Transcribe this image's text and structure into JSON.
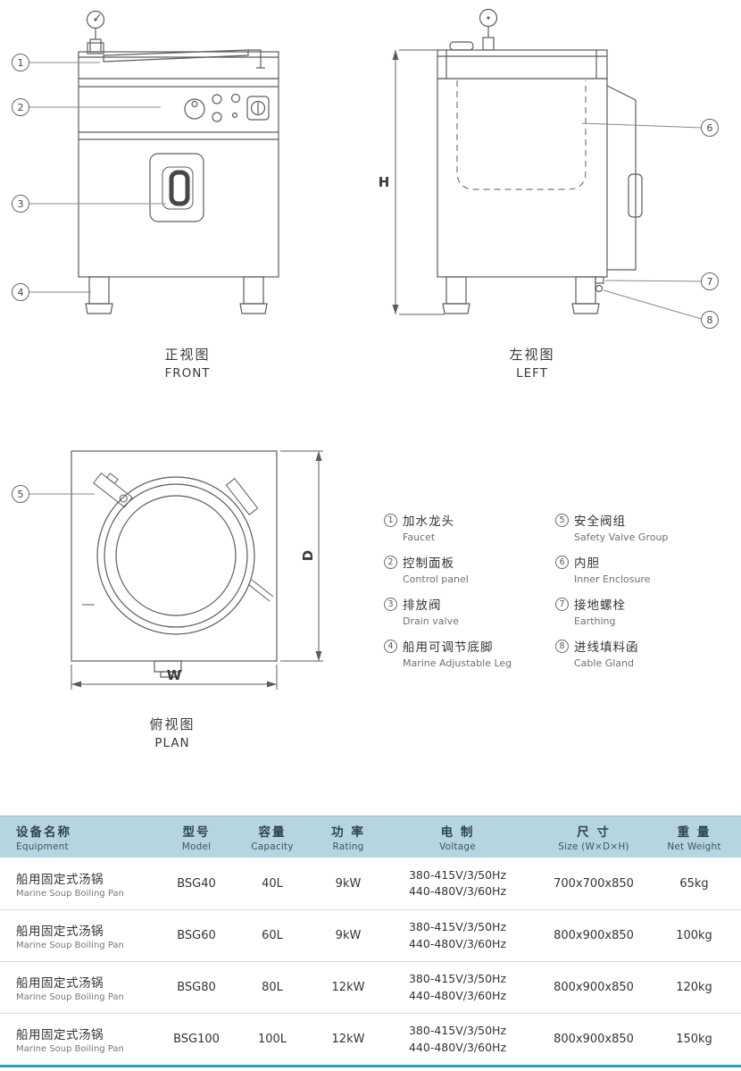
{
  "views": {
    "front": {
      "cn": "正视图",
      "en": "FRONT"
    },
    "left": {
      "cn": "左视图",
      "en": "LEFT"
    },
    "plan": {
      "cn": "俯视图",
      "en": "PLAN"
    }
  },
  "dims": {
    "h": "H",
    "w": "W",
    "d": "D"
  },
  "callouts": [
    "1",
    "2",
    "3",
    "4",
    "5",
    "6",
    "7",
    "8"
  ],
  "legend": [
    {
      "num": "1",
      "cn": "加水龙头",
      "en": "Faucet"
    },
    {
      "num": "2",
      "cn": "控制面板",
      "en": "Control panel"
    },
    {
      "num": "3",
      "cn": "排放阀",
      "en": "Drain valve"
    },
    {
      "num": "4",
      "cn": "船用可调节底脚",
      "en": "Marine Adjustable Leg"
    },
    {
      "num": "5",
      "cn": "安全阀组",
      "en": "Safety Valve Group"
    },
    {
      "num": "6",
      "cn": "内胆",
      "en": "Inner Enclosure"
    },
    {
      "num": "7",
      "cn": "接地螺栓",
      "en": "Earthing"
    },
    {
      "num": "8",
      "cn": "进线填料函",
      "en": "Cable Gland"
    }
  ],
  "table": {
    "headers": [
      {
        "cn": "设备名称",
        "en": "Equipment"
      },
      {
        "cn": "型号",
        "en": "Model"
      },
      {
        "cn": "容量",
        "en": "Capacity"
      },
      {
        "cn": "功 率",
        "en": "Rating"
      },
      {
        "cn": "电 制",
        "en": "Voltage"
      },
      {
        "cn": "尺 寸",
        "en": "Size (W×D×H)"
      },
      {
        "cn": "重 量",
        "en": "Net Weight"
      }
    ],
    "rows": [
      {
        "equipment_cn": "船用固定式汤锅",
        "equipment_en": "Marine Soup Boiling Pan",
        "model": "BSG40",
        "capacity": "40L",
        "rating": "9kW",
        "voltage": [
          "380-415V/3/50Hz",
          "440-480V/3/60Hz"
        ],
        "size": "700x700x850",
        "weight": "65kg"
      },
      {
        "equipment_cn": "船用固定式汤锅",
        "equipment_en": "Marine Soup Boiling Pan",
        "model": "BSG60",
        "capacity": "60L",
        "rating": "9kW",
        "voltage": [
          "380-415V/3/50Hz",
          "440-480V/3/60Hz"
        ],
        "size": "800x900x850",
        "weight": "100kg"
      },
      {
        "equipment_cn": "船用固定式汤锅",
        "equipment_en": "Marine Soup Boiling Pan",
        "model": "BSG80",
        "capacity": "80L",
        "rating": "12kW",
        "voltage": [
          "380-415V/3/50Hz",
          "440-480V/3/60Hz"
        ],
        "size": "800x900x850",
        "weight": "120kg"
      },
      {
        "equipment_cn": "船用固定式汤锅",
        "equipment_en": "Marine Soup Boiling Pan",
        "model": "BSG100",
        "capacity": "100L",
        "rating": "12kW",
        "voltage": [
          "380-415V/3/50Hz",
          "440-480V/3/60Hz"
        ],
        "size": "800x900x850",
        "weight": "150kg"
      }
    ]
  },
  "colors": {
    "table_header_bg": "#b5d6e0",
    "table_accent": "#2f9db3",
    "drawing_line": "#5c5c5c"
  }
}
